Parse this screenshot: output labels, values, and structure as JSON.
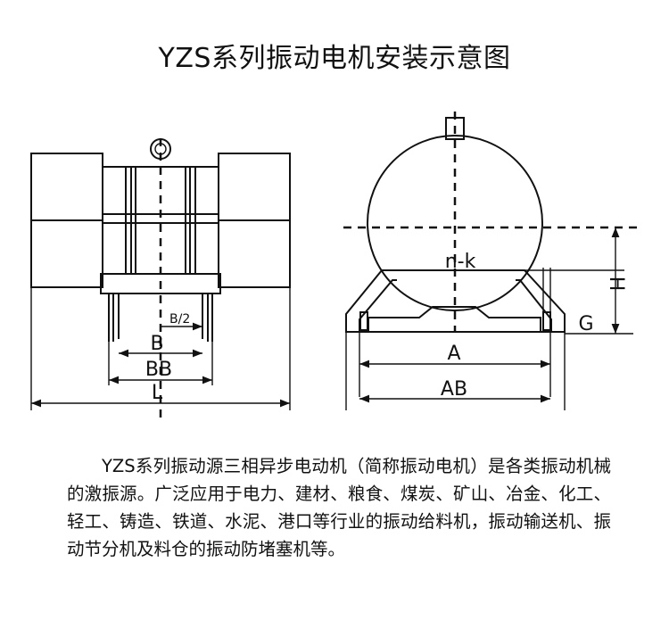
{
  "title": "YZS系列振动电机安装示意图",
  "left_view": {
    "labels": {
      "b_half": "B/2",
      "b": "B",
      "bb": "BB",
      "l": "L"
    }
  },
  "right_view": {
    "labels": {
      "n_k": "n-k",
      "h": "H",
      "g": "G",
      "a": "A",
      "ab": "AB"
    }
  },
  "description": "YZS系列振动源三相异步电动机（简称振动电机）是各类振动机械的激振源。广泛应用于电力、建材、粮食、煤炭、矿山、冶金、化工、轻工、铸造、铁道、水泥、港口等行业的振动给料机，振动输送机、振动节分机及料仓的振动防堵塞机等。"
}
